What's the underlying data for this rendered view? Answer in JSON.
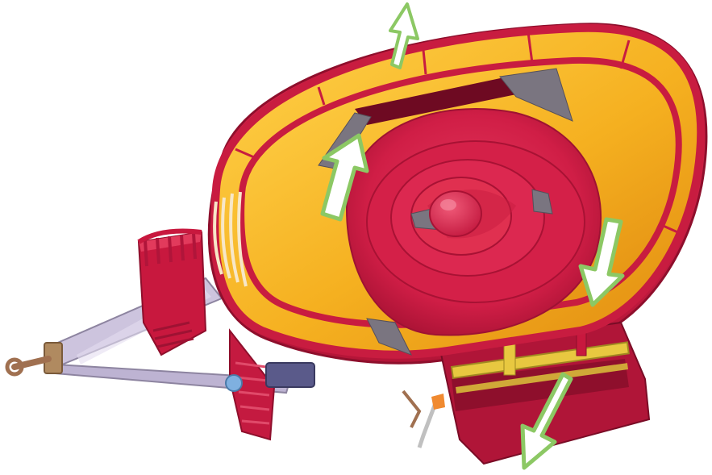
{
  "image": {
    "subject": "feed-mixer-wagon",
    "view": "top-oblique",
    "colors": {
      "body_red": "#d8204a",
      "body_red_dark": "#9e1233",
      "rim_red": "#c81c40",
      "interior_orange": "#f2a21e",
      "interior_yellow": "#ffd24a",
      "drawbar_lavender": "#c9c0dc",
      "arrow_fill": "#ffffff",
      "arrow_outline": "#8cc864",
      "blade_grey": "#7a7580",
      "bar_yellow": "#e8c840",
      "hitch_brown": "#a07050"
    },
    "arrows": [
      {
        "name": "top-outflow-arrow",
        "direction": "up"
      },
      {
        "name": "left-inner-arrow",
        "direction": "up"
      },
      {
        "name": "right-inner-arrow",
        "direction": "down"
      },
      {
        "name": "bottom-outflow-arrow",
        "direction": "down"
      }
    ]
  }
}
